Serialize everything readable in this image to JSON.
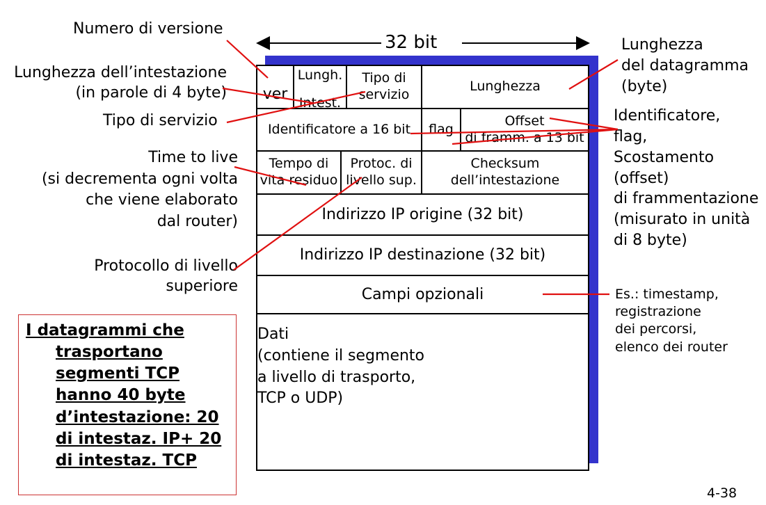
{
  "header": {
    "width_label": "32 bit"
  },
  "fields": {
    "ver": "ver",
    "lungh_intest_1": "Lungh.",
    "lungh_intest_2": "Intest.",
    "tipo_servizio_1": "Tipo di",
    "tipo_servizio_2": "servizio",
    "lunghezza": "Lunghezza",
    "identificatore": "Identificatore a 16 bit",
    "flag": "flag",
    "offset_1": "Offset",
    "offset_2": "di framm. a 13 bit",
    "tempo_1": "Tempo di",
    "tempo_2": "vita residuo",
    "protoc_1": "Protoc. di",
    "protoc_2": "livello sup.",
    "checksum_1": "Checksum",
    "checksum_2": "dell’intestazione",
    "ip_origine": "Indirizzo IP origine (32 bit)",
    "ip_destinazione": "Indirizzo IP destinazione (32 bit)",
    "campi_opzionali": "Campi opzionali",
    "dati_1": "Dati",
    "dati_2": "(contiene il segmento",
    "dati_3": "a livello di trasporto,",
    "dati_4": "TCP o UDP)"
  },
  "left_labels": {
    "numero_versione": "Numero di versione",
    "lungh_intest_1": "Lunghezza dell’intestazione",
    "lungh_intest_2": "(in parole di 4 byte)",
    "tipo_servizio": "Tipo di servizio",
    "ttl_1": "Time to live",
    "ttl_2": "(si decrementa ogni volta",
    "ttl_3": "che viene elaborato",
    "ttl_4": "dal router)",
    "protocollo_1": "Protocollo di livello",
    "protocollo_2": "superiore"
  },
  "right_labels": {
    "lunghezza_1": "Lunghezza",
    "lunghezza_2": "del datagramma",
    "lunghezza_3": "(byte)",
    "ident_1": "Identificatore,",
    "ident_2": "flag,",
    "ident_3": "Scostamento",
    "ident_4": "(offset)",
    "ident_5": "di frammentazione",
    "ident_6": "(misurato in unità",
    "ident_7": "di 8 byte)",
    "es_1": "Es.: timestamp,",
    "es_2": "registrazione",
    "es_3": "dei percorsi,",
    "es_4": "elenco dei router"
  },
  "note": {
    "line_1": "I datagrammi che",
    "line_2": "trasportano",
    "line_3": "segmenti TCP",
    "line_4": "hanno 40 byte",
    "line_5": "d’intestazione: 20",
    "line_6": "di intestaz. IP+ 20",
    "line_7": "di intestaz. TCP"
  },
  "page_number": "4-38",
  "colors": {
    "shadow": "#3333cc",
    "arrow_red": "#e01010",
    "note_border": "#cc3333"
  }
}
